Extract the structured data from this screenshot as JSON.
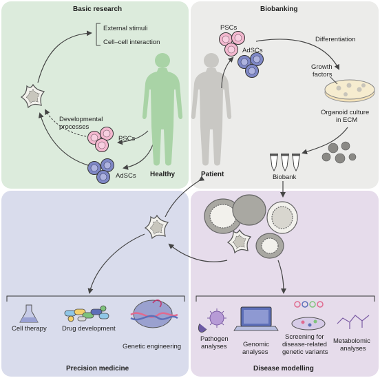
{
  "panels": {
    "basic_research": "Basic research",
    "biobanking": "Biobanking",
    "precision_medicine": "Precision medicine",
    "disease_modelling": "Disease modelling"
  },
  "basic": {
    "external_stimuli": "External stimuli",
    "cell_cell": "Cell–cell interaction",
    "developmental_1": "Developmental",
    "developmental_2": "processes",
    "pscs": "PSCs",
    "adscs": "AdSCs",
    "healthy": "Healthy"
  },
  "bio": {
    "pscs": "PSCs",
    "adscs": "AdSCs",
    "differentiation": "Differentiation",
    "growth_1": "Growth",
    "growth_2": "factors",
    "organoid_1": "Organoid culture",
    "organoid_2": "in ECM",
    "biobank": "Biobank",
    "patient": "Patient"
  },
  "precision": {
    "cell_therapy": "Cell therapy",
    "drug_development": "Drug development",
    "genetic_engineering": "Genetic engineering"
  },
  "disease": {
    "pathogen_1": "Pathogen",
    "pathogen_2": "analyses",
    "genomic_1": "Genomic",
    "genomic_2": "analyses",
    "screening_1": "Screening for",
    "screening_2": "disease-related",
    "screening_3": "genetic variants",
    "metabolomic_1": "Metabolomic",
    "metabolomic_2": "analyses"
  },
  "colors": {
    "basic_bg": "#dcebdc",
    "biobank_bg": "#ececea",
    "precision_bg": "#d9dcec",
    "disease_bg": "#e6dceb",
    "healthy_figure": "#a9d3a6",
    "patient_figure": "#c9c8c4",
    "psc_pink": "#f3b8cf",
    "adsc_blue": "#7f88c6"
  }
}
